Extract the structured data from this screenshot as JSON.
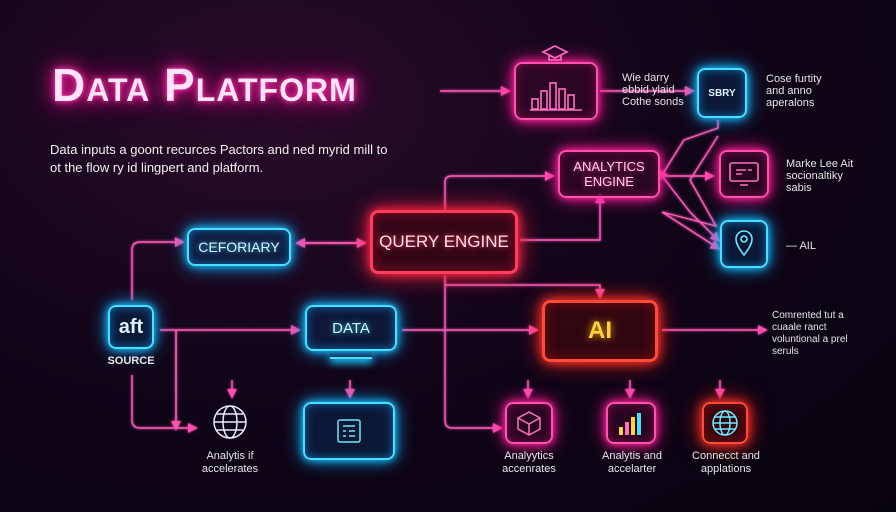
{
  "title": "Data Platform",
  "subtitle": "Data inputs a goont recurces Pactors and ned myrid mill to ot the flow ry id lingpert and platform.",
  "nodes": {
    "top_chart_label": "Wie darry ebbid ylaid Cothe sonds",
    "sbry": "SBRY",
    "sbry_label": "Cose furtity and anno aperalons",
    "analytics_engine": "ANALYTICS ENGINE",
    "monitor_label": "Marke Lee Ait socionaltiky sabis",
    "ail_label": "— AIL",
    "ceforiary": "CEFORIARY",
    "query_engine": "QUERY ENGINE",
    "source_icon": "aft",
    "source_label": "SOURCE",
    "data": "DATA",
    "ai": "AI",
    "ai_right_label": "Comrented tut a cuaale ranct voluntional a prel seruls",
    "globe_label": "Analytis if accelerates",
    "cube_label": "Analyytics accenrates",
    "bars_label": "Analytis and accelarter",
    "globe2_label": "Connecct and applations"
  },
  "colors": {
    "cyan": "#48e0ff",
    "pink": "#ff4fb0",
    "red": "#ff3c5a",
    "ai_text": "#ffd43a"
  }
}
